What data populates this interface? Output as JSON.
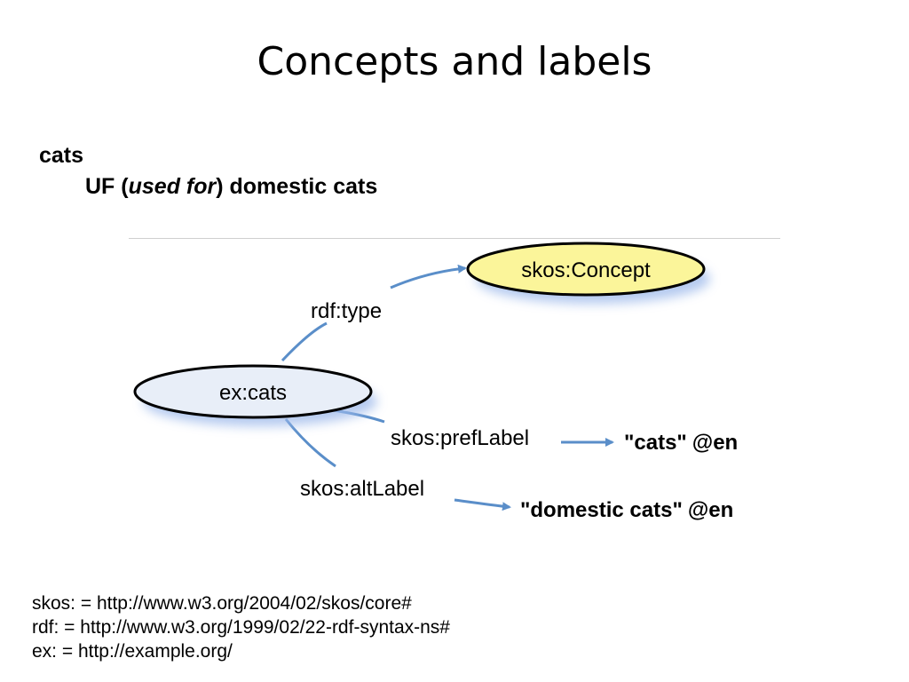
{
  "title": "Concepts and labels",
  "term": {
    "preferred": "cats",
    "uf_prefix": "UF (",
    "uf_italic": "used for",
    "uf_suffix": ") domestic cats"
  },
  "diagram": {
    "nodes": {
      "concept": "skos:Concept",
      "subject": "ex:cats"
    },
    "edges": {
      "type": "rdf:type",
      "pref": "skos:prefLabel",
      "alt": "skos:altLabel"
    },
    "literals": {
      "pref_value": "\"cats\"",
      "pref_lang": "@en",
      "alt_value": "\"domestic cats\"",
      "alt_lang": "@en"
    },
    "colors": {
      "arrow": "#5a8ec9",
      "concept_fill": "#fbf59a",
      "subject_fill": "#e8eef8",
      "shadow": "#9bb8ea"
    }
  },
  "namespaces": [
    "skos: = http://www.w3.org/2004/02/skos/core#",
    "rdf: = http://www.w3.org/1999/02/22-rdf-syntax-ns#",
    "ex: = http://example.org/"
  ]
}
